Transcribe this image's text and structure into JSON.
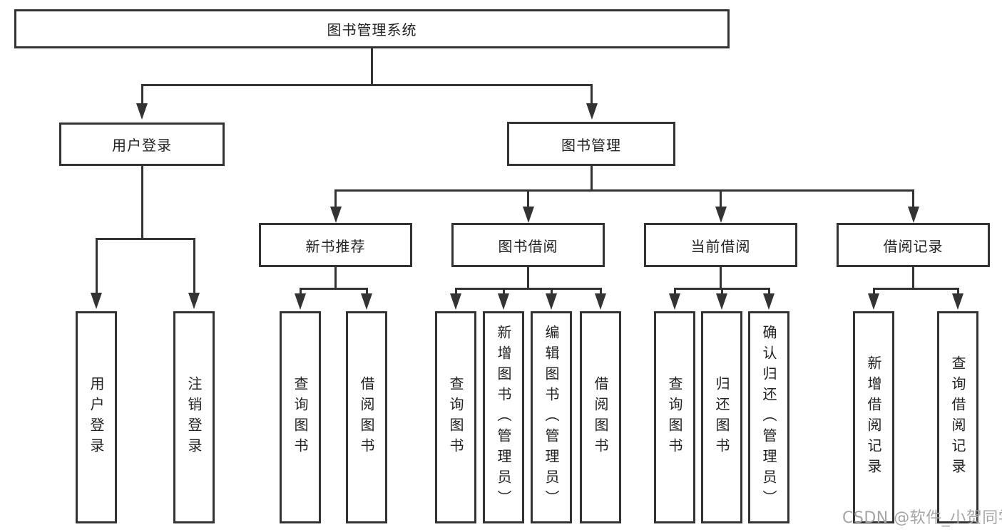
{
  "diagram": {
    "type": "hierarchy-tree",
    "colors": {
      "line": "#333333",
      "text": "#222222",
      "watermark": "#a5a5a5",
      "background": "#ffffff"
    },
    "root": {
      "label": "图书管理系统",
      "children": [
        {
          "label": "用户登录",
          "children": [
            {
              "label": "用户登录"
            },
            {
              "label": "注销登录"
            }
          ]
        },
        {
          "label": "图书管理",
          "children": [
            {
              "label": "新书推荐",
              "children": [
                {
                  "label": "查询图书"
                },
                {
                  "label": "借阅图书"
                }
              ]
            },
            {
              "label": "图书借阅",
              "children": [
                {
                  "label": "查询图书"
                },
                {
                  "label": "新增图书（管理员）"
                },
                {
                  "label": "编辑图书（管理员）"
                },
                {
                  "label": "借阅图书"
                }
              ]
            },
            {
              "label": "当前借阅",
              "children": [
                {
                  "label": "查询图书"
                },
                {
                  "label": "归还图书"
                },
                {
                  "label": "确认归还（管理员）"
                }
              ]
            },
            {
              "label": "借阅记录",
              "children": [
                {
                  "label": "新增借阅记录"
                },
                {
                  "label": "查询借阅记录"
                }
              ]
            }
          ]
        }
      ]
    }
  },
  "watermark": {
    "text": "CSDN @软件_小贺同学"
  }
}
